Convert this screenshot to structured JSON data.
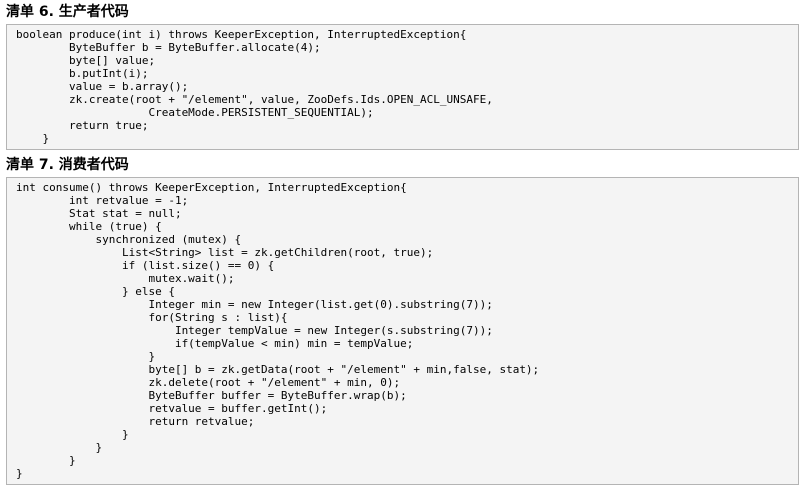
{
  "listings": [
    {
      "title": "清单 6. 生产者代码",
      "lines": [
        "boolean produce(int i) throws KeeperException, InterruptedException{",
        "        ByteBuffer b = ByteBuffer.allocate(4);",
        "        byte[] value;",
        "        b.putInt(i);",
        "        value = b.array();",
        "        zk.create(root + \"/element\", value, ZooDefs.Ids.OPEN_ACL_UNSAFE,",
        "                    CreateMode.PERSISTENT_SEQUENTIAL);",
        "        return true;",
        "    }"
      ]
    },
    {
      "title": "清单 7. 消费者代码",
      "lines": [
        "int consume() throws KeeperException, InterruptedException{",
        "        int retvalue = -1;",
        "        Stat stat = null;",
        "        while (true) {",
        "            synchronized (mutex) {",
        "                List<String> list = zk.getChildren(root, true);",
        "                if (list.size() == 0) {",
        "                    mutex.wait();",
        "                } else {",
        "                    Integer min = new Integer(list.get(0).substring(7));",
        "                    for(String s : list){",
        "                        Integer tempValue = new Integer(s.substring(7));",
        "                        if(tempValue < min) min = tempValue;",
        "                    }",
        "                    byte[] b = zk.getData(root + \"/element\" + min,false, stat);",
        "                    zk.delete(root + \"/element\" + min, 0);",
        "                    ByteBuffer buffer = ByteBuffer.wrap(b);",
        "                    retvalue = buffer.getInt();",
        "                    return retvalue;",
        "                }",
        "            }",
        "        }",
        "}"
      ]
    }
  ]
}
